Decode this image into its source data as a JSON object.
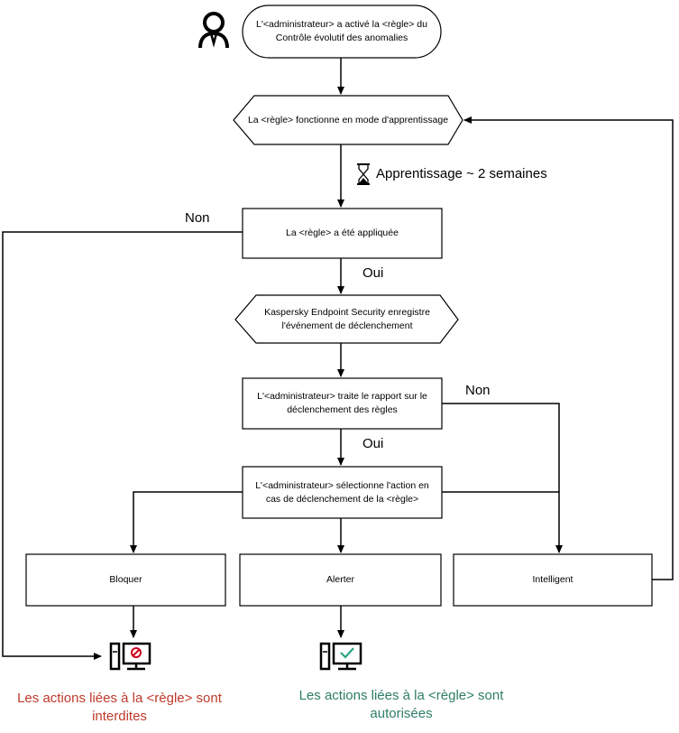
{
  "nodes": {
    "start": "L'<administrateur> a activé la <règle> du Contrôle évolutif des anomalies",
    "learning": "La <règle> fonctionne en mode d'apprentissage",
    "applied": "La <règle> a été appliquée",
    "log": "Kaspersky Endpoint Security enregistre\nl'événement de déclenchement",
    "report": "L'<administrateur> traite le rapport sur le\ndéclenchement des règles",
    "select": "L'<administrateur> sélectionne l'action en\ncas de déclenchement de la <règle>",
    "block": "Bloquer",
    "alert": "Alerter",
    "smart": "Intelligent"
  },
  "labels": {
    "learning_period": "Apprentissage ~ 2 semaines",
    "no_1": "Non",
    "yes_1": "Oui",
    "no_2": "Non",
    "yes_2": "Oui"
  },
  "outcomes": {
    "blocked": "Les actions liées à la <règle> sont\ninterdites",
    "allowed": "Les actions liées à la <règle> sont\nautorisées"
  },
  "colors": {
    "blocked_text": "#c0392b",
    "allowed_text": "#2e7d68",
    "block_mark": "#d0021b",
    "allow_mark": "#2ba584",
    "line": "#000000"
  },
  "icons": {
    "administrator": "user-icon",
    "learning_period": "hourglass-icon",
    "blocked": "computer-blocked-icon",
    "allowed": "computer-allowed-icon"
  }
}
